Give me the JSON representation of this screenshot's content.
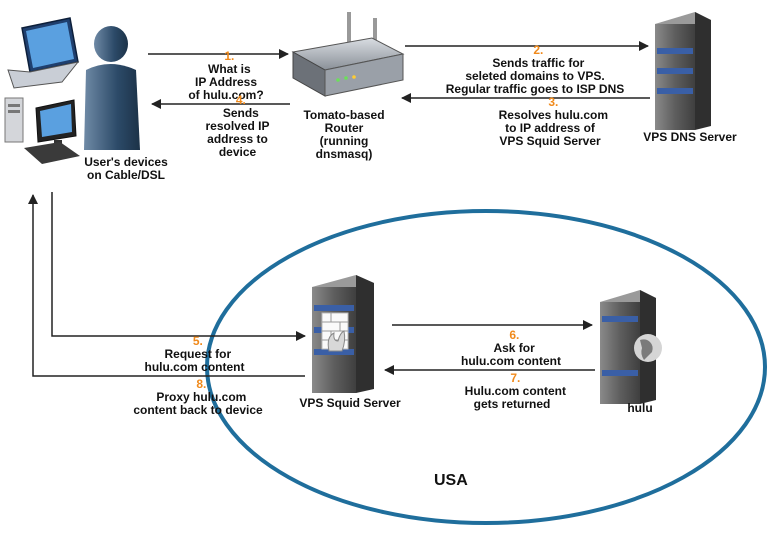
{
  "nodes": {
    "user_devices": "User's devices\non Cable/DSL",
    "router": "Tomato-based\nRouter\n(running\ndnsmasq)",
    "dns_server": "VPS DNS Server",
    "squid_server": "VPS Squid Server",
    "hulu": "hulu"
  },
  "region_label": "USA",
  "steps": [
    {
      "num": "1.",
      "text": "What is\nIP Address\nof hulu.com?"
    },
    {
      "num": "2.",
      "text": "Sends traffic for\nseleted domains to VPS.\nRegular traffic goes to ISP DNS"
    },
    {
      "num": "3.",
      "text": "Resolves hulu.com\nto IP address of\nVPS Squid Server"
    },
    {
      "num": "4.",
      "text": "Sends\nresolved IP\naddress to\ndevice"
    },
    {
      "num": "5.",
      "text": "Request for\nhulu.com content"
    },
    {
      "num": "6.",
      "text": "Ask for\nhulu.com content"
    },
    {
      "num": "7.",
      "text": "Hulu.com content\ngets returned"
    },
    {
      "num": "8.",
      "text": "Proxy hulu.com\ncontent back to device"
    }
  ],
  "colors": {
    "accent_orange": "#f08a1c",
    "region_outline": "#1f6e9c",
    "server_body": "#6b6b6b",
    "server_stripe": "#3a5fa6",
    "person": "#2c4a68"
  }
}
